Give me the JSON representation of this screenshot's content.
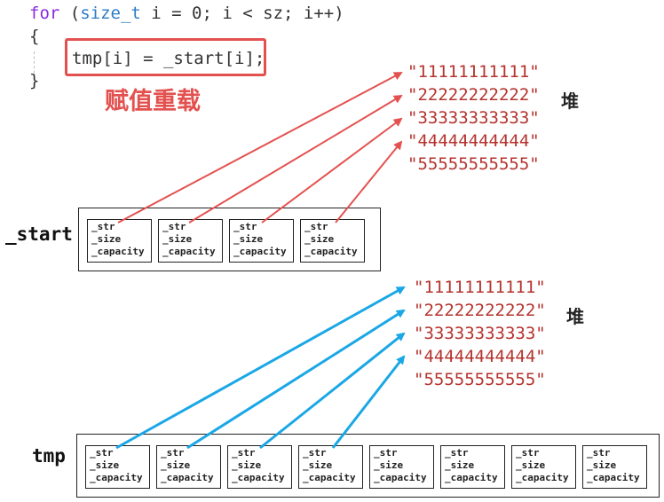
{
  "code": {
    "line1": {
      "kw_for": "for",
      "open": " (",
      "type": "size_t",
      "rest": " i = 0; i < sz; i++)"
    },
    "line2": "{",
    "line3": "tmp[i] = _start[i];",
    "line4": "}"
  },
  "annotation": "赋值重载",
  "heap_label": "堆",
  "heap_top": [
    "\"11111111111\"",
    "\"22222222222\"",
    "\"33333333333\"",
    "\"44444444444\"",
    "\"55555555555\""
  ],
  "heap_bottom": [
    "\"11111111111\"",
    "\"22222222222\"",
    "\"33333333333\"",
    "\"44444444444\"",
    "\"55555555555\""
  ],
  "start_label": "_start",
  "tmp_label": "tmp",
  "field_names": [
    "_str",
    "_size",
    "_capacity"
  ],
  "start_object_count": 4,
  "tmp_object_count": 8,
  "colors": {
    "red": "#e3514f",
    "blue": "#1aa7e6",
    "string": "#b5332e",
    "keyword": "#8a2be2",
    "type": "#2b7cc7"
  }
}
